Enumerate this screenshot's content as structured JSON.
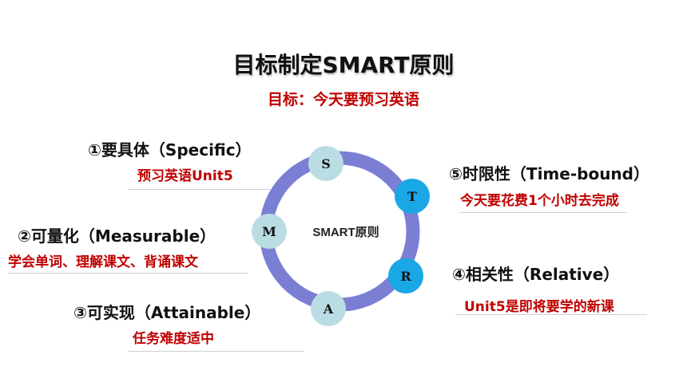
{
  "title": "目标制定SMART原则",
  "goal": "目标：今天要预习英语",
  "center_label": "SMART原则",
  "colors": {
    "ring": "#7b7fd4",
    "node_light": "#b9dde3",
    "node_blue": "#1aa7e6",
    "detail_text": "#c00000"
  },
  "nodes": [
    {
      "letter": "S"
    },
    {
      "letter": "T"
    },
    {
      "letter": "R"
    },
    {
      "letter": "A"
    },
    {
      "letter": "M"
    }
  ],
  "principles": {
    "specific": {
      "heading": "①要具体（Specific）",
      "detail": "预习英语Unit5"
    },
    "measurable": {
      "heading": "②可量化（Measurable）",
      "detail": "学会单词、理解课文、背诵课文"
    },
    "attainable": {
      "heading": "③可实现（Attainable）",
      "detail": "任务难度适中"
    },
    "relative": {
      "heading": "④相关性（Relative）",
      "detail": "Unit5是即将要学的新课"
    },
    "time_bound": {
      "heading": "⑤时限性（Time-bound）",
      "detail": "今天要花费1个小时去完成"
    }
  }
}
